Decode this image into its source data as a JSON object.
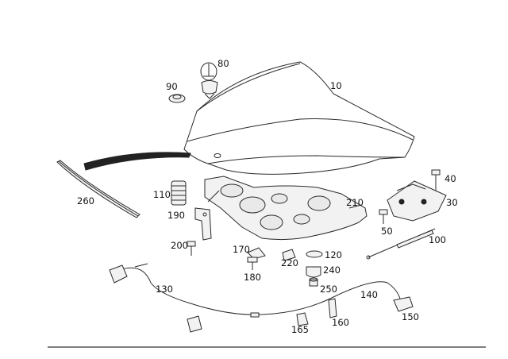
{
  "diagram": {
    "callouts": {
      "c10": "10",
      "c30": "30",
      "c40": "40",
      "c50": "50",
      "c80": "80",
      "c90": "90",
      "c100": "100",
      "c110": "110",
      "c120": "120",
      "c130": "130",
      "c140": "140",
      "c150": "150",
      "c160": "160",
      "c165": "165",
      "c170": "170",
      "c180": "180",
      "c190": "190",
      "c200": "200",
      "c210": "210",
      "c220": "220",
      "c240": "240",
      "c250": "250",
      "c260": "260"
    }
  }
}
